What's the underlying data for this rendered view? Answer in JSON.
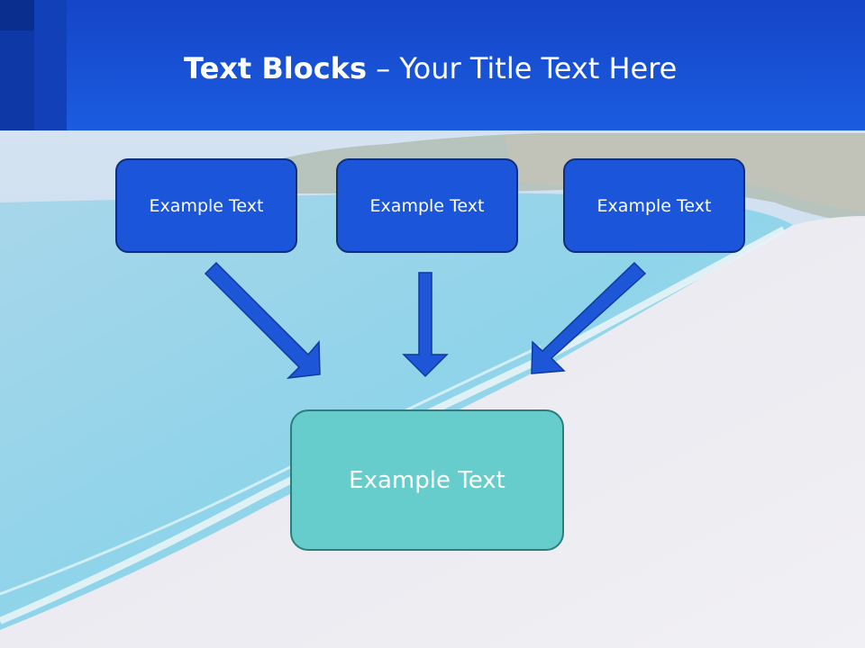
{
  "title": {
    "bold": "Text Blocks",
    "separator": " – ",
    "regular": "Your Title Text Here"
  },
  "blocks": {
    "top": [
      "Example Text",
      "Example Text",
      "Example Text"
    ],
    "bottom": "Example Text"
  },
  "colors": {
    "header": "#1b5ce0",
    "top_box": "#1b55d9",
    "bottom_box": "#66cdcc",
    "arrow": "#1d56d6"
  }
}
